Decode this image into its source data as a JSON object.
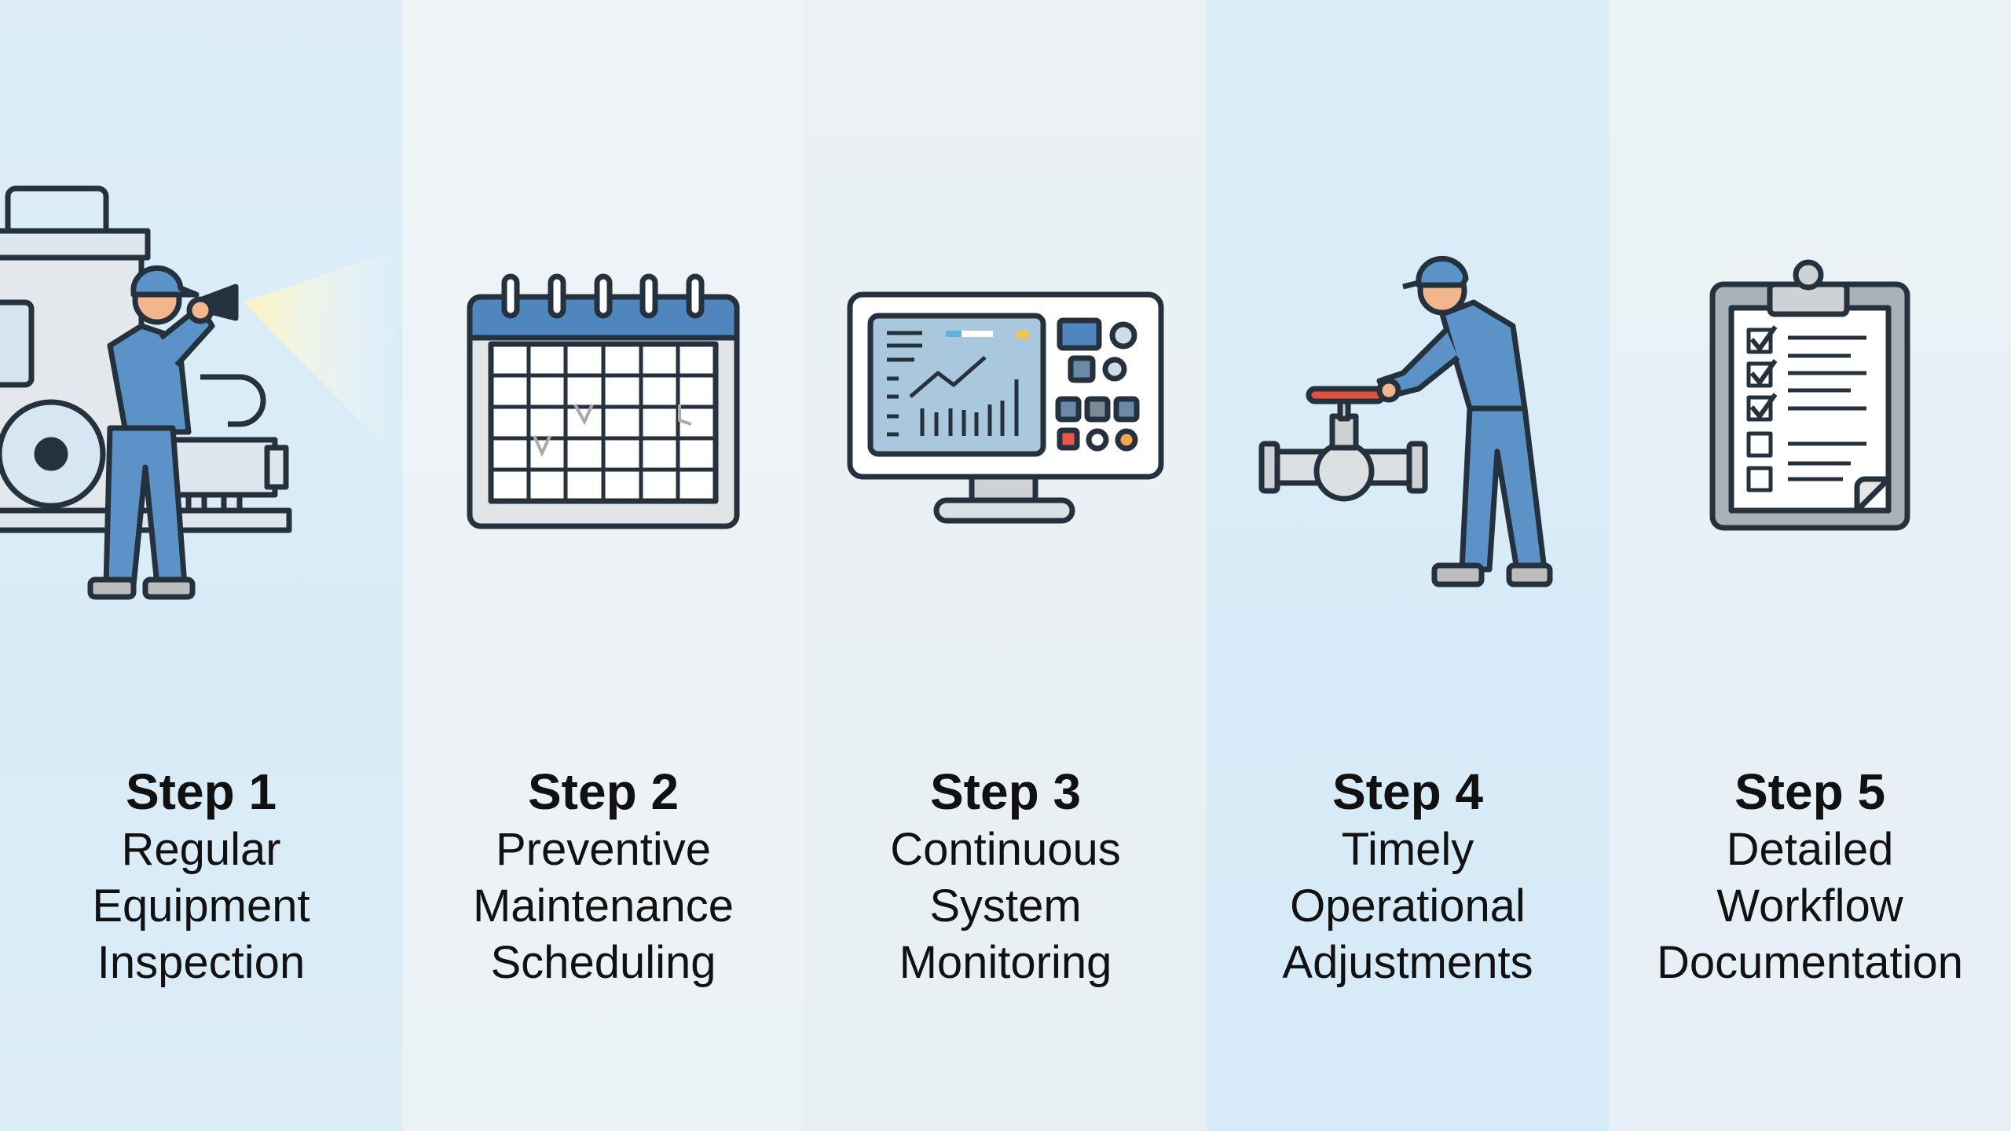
{
  "steps": [
    {
      "title": "Step 1",
      "lines": [
        "Regular",
        "Equipment",
        "Inspection"
      ],
      "icon": "equipment-inspection-icon"
    },
    {
      "title": "Step 2",
      "lines": [
        "Preventive",
        "Maintenance",
        "Scheduling"
      ],
      "icon": "calendar-icon"
    },
    {
      "title": "Step 3",
      "lines": [
        "Continuous",
        "System",
        "Monitoring"
      ],
      "icon": "monitor-dashboard-icon"
    },
    {
      "title": "Step 4",
      "lines": [
        "Timely",
        "Operational",
        "Adjustments"
      ],
      "icon": "valve-adjustment-icon"
    },
    {
      "title": "Step 5",
      "lines": [
        "Detailed",
        "Workflow",
        "Documentation"
      ],
      "icon": "clipboard-checklist-icon"
    }
  ],
  "colors": {
    "accent": "#4f86bd",
    "outline": "#25323d",
    "light_blue": "#a9c8de",
    "grey": "#d9dde0"
  }
}
